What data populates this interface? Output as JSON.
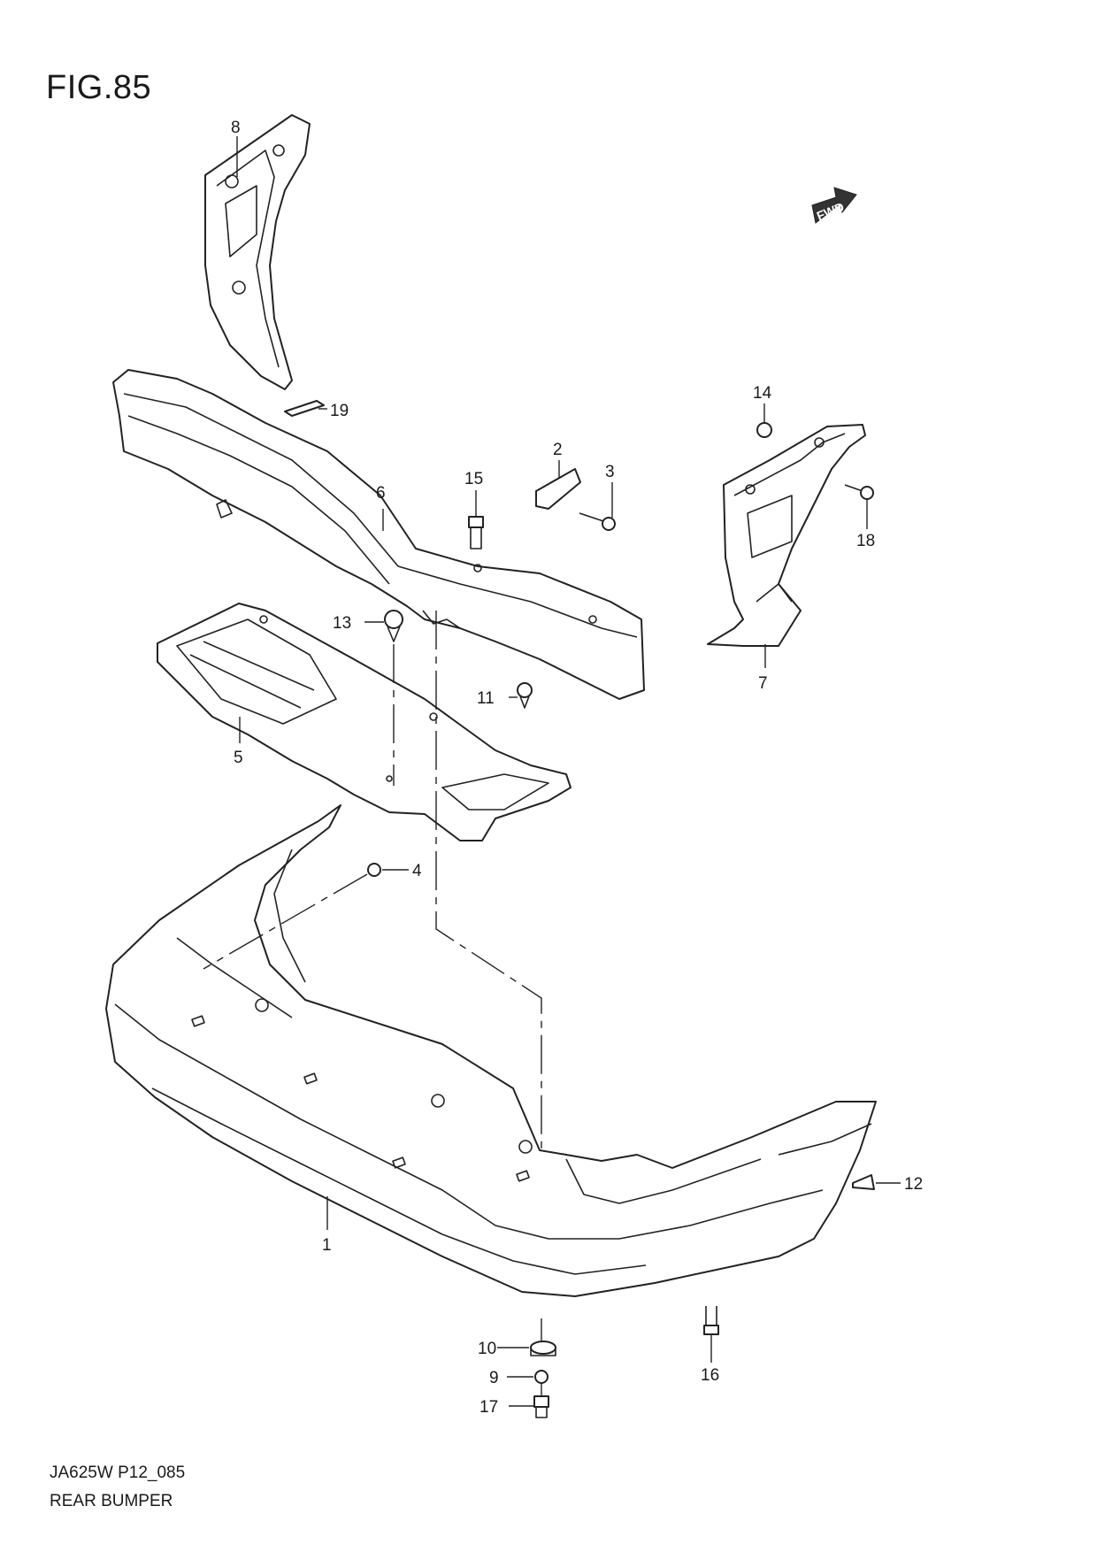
{
  "figure": {
    "title": "FIG.85"
  },
  "fwd_label": "FWD",
  "callouts": [
    {
      "id": "1",
      "text": "1"
    },
    {
      "id": "2",
      "text": "2"
    },
    {
      "id": "3",
      "text": "3"
    },
    {
      "id": "4",
      "text": "4"
    },
    {
      "id": "5",
      "text": "5"
    },
    {
      "id": "6",
      "text": "6"
    },
    {
      "id": "7",
      "text": "7"
    },
    {
      "id": "8",
      "text": "8"
    },
    {
      "id": "9",
      "text": "9"
    },
    {
      "id": "10",
      "text": "10"
    },
    {
      "id": "11",
      "text": "11"
    },
    {
      "id": "12",
      "text": "12"
    },
    {
      "id": "13",
      "text": "13"
    },
    {
      "id": "14",
      "text": "14"
    },
    {
      "id": "15",
      "text": "15"
    },
    {
      "id": "16",
      "text": "16"
    },
    {
      "id": "17",
      "text": "17"
    },
    {
      "id": "18",
      "text": "18"
    },
    {
      "id": "19",
      "text": "19"
    }
  ],
  "footer": {
    "code": "JA625W P12_085",
    "name": "REAR BUMPER"
  }
}
